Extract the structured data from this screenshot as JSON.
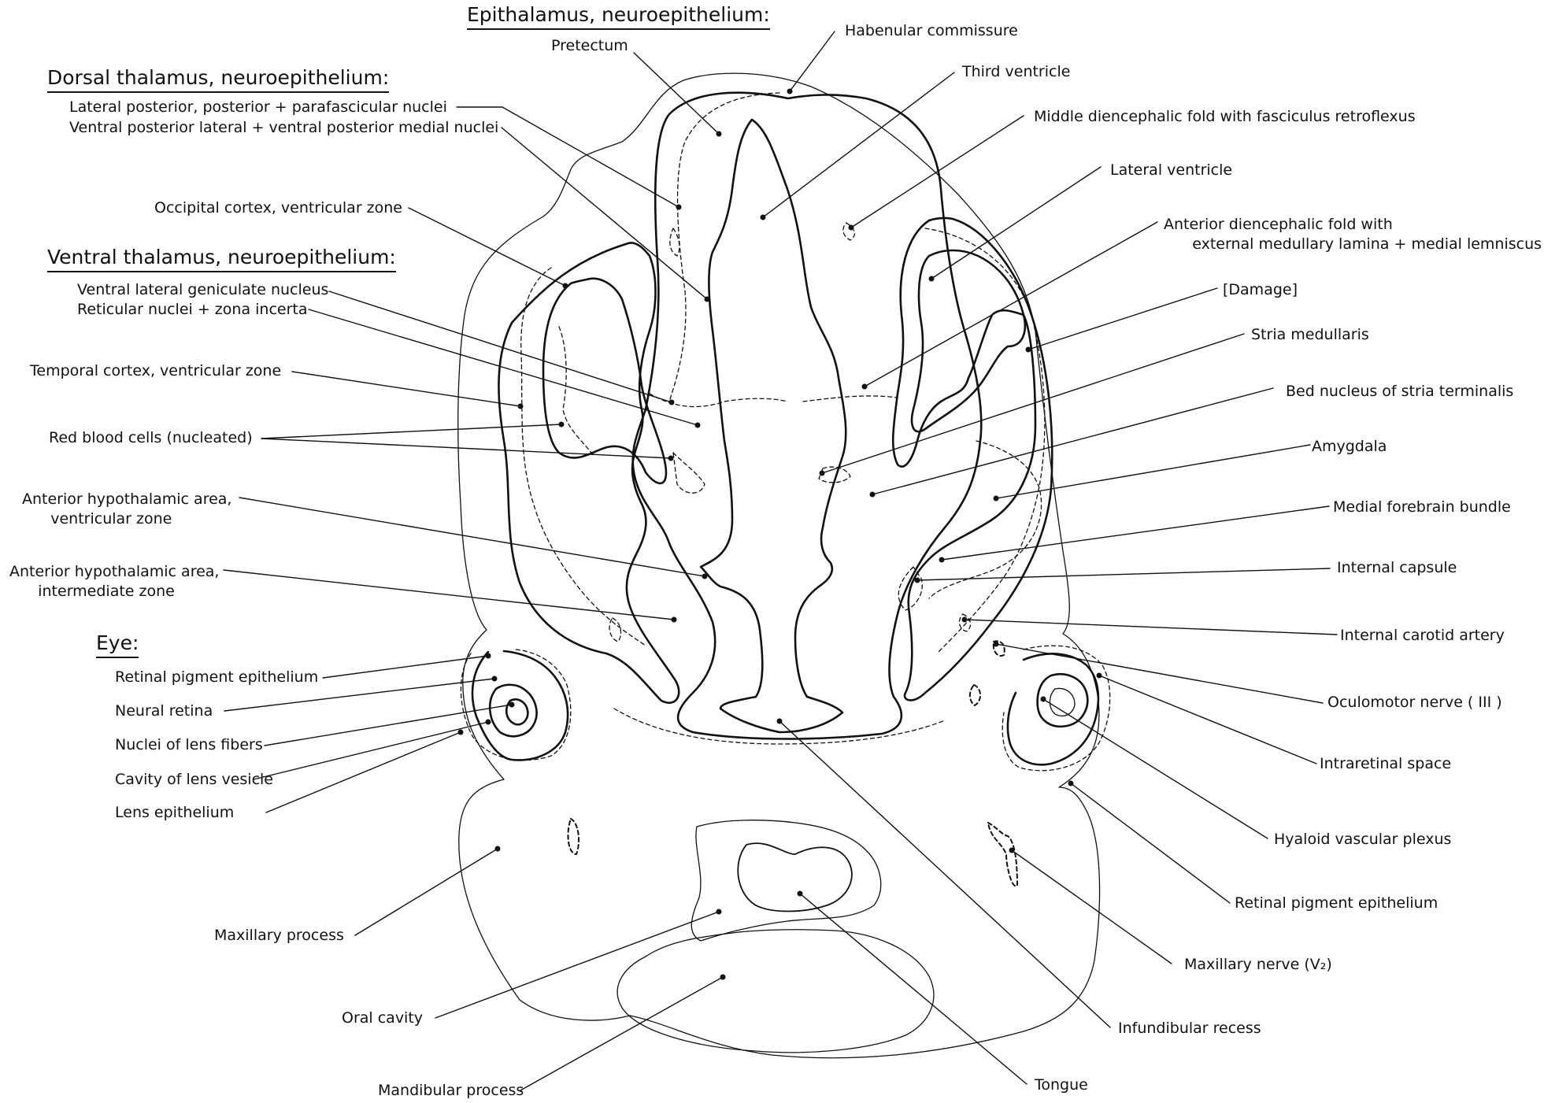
{
  "colors": {
    "ink": "#111111",
    "background": "#ffffff"
  },
  "headings": {
    "epithalamus": "Epithalamus, neuroepithelium:",
    "dorsal_thalamus": "Dorsal thalamus, neuroepithelium:",
    "ventral_thalamus": "Ventral thalamus, neuroepithelium:",
    "eye": "Eye:"
  },
  "labels": {
    "pretectum": "Pretectum",
    "habenular_commissure": "Habenular commissure",
    "third_ventricle": "Third ventricle",
    "lateral_posterior_nuclei": "Lateral posterior, posterior + parafascicular nuclei",
    "ventral_posterior_nuclei": "Ventral posterior lateral + ventral posterior medial nuclei",
    "middle_diencephalic_fold": "Middle diencephalic fold with fasciculus retroflexus",
    "lateral_ventricle": "Lateral ventricle",
    "occipital_cortex": "Occipital cortex, ventricular zone",
    "anterior_diencephalic_fold": "Anterior diencephalic fold with\n      external medullary lamina + medial lemniscus",
    "ventral_lateral_geniculate": "Ventral lateral geniculate nucleus",
    "reticular_nuclei": "Reticular nuclei + zona incerta",
    "damage": "[Damage]",
    "stria_medullaris": "Stria medullaris",
    "temporal_cortex": "Temporal cortex, ventricular zone",
    "bed_nucleus": "Bed nucleus of stria terminalis",
    "red_blood_cells": "Red blood cells (nucleated)",
    "amygdala": "Amygdala",
    "anterior_hypothalamic_ventricular": "Anterior hypothalamic area,\n      ventricular zone",
    "medial_forebrain_bundle": "Medial forebrain bundle",
    "internal_capsule": "Internal capsule",
    "anterior_hypothalamic_intermediate": "Anterior hypothalamic area,\n      intermediate zone",
    "internal_carotid_artery": "Internal carotid artery",
    "retinal_pigment_epithelium_left": "Retinal pigment epithelium",
    "oculomotor_nerve": "Oculomotor nerve ( III )",
    "neural_retina": "Neural retina",
    "nuclei_lens_fibers": "Nuclei of lens fibers",
    "intraretinal_space": "Intraretinal space",
    "cavity_lens_vesicle": "Cavity of lens vesicle",
    "lens_epithelium": "Lens epithelium",
    "hyaloid_vascular_plexus": "Hyaloid vascular plexus",
    "retinal_pigment_epithelium_right": "Retinal pigment epithelium",
    "maxillary_process": "Maxillary process",
    "maxillary_nerve": "Maxillary nerve (V₂)",
    "oral_cavity": "Oral cavity",
    "infundibular_recess": "Infundibular recess",
    "mandibular_process": "Mandibular process",
    "tongue": "Tongue"
  }
}
